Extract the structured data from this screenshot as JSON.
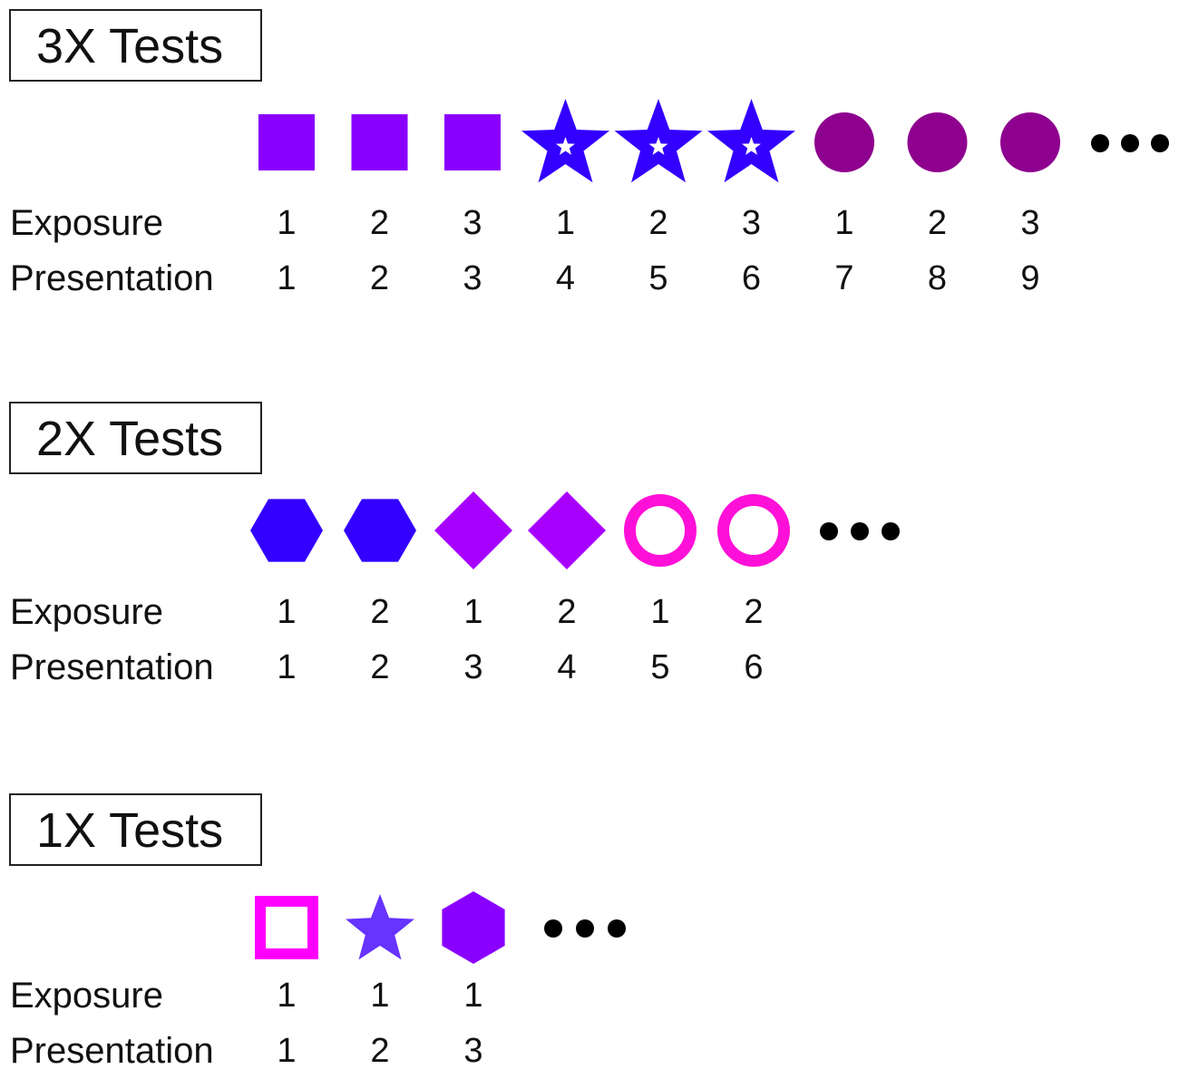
{
  "colors": {
    "violet": "#8a00ff",
    "blue": "#3300ff",
    "plum": "#8e008e",
    "purple": "#a800ff",
    "magenta": "#ff10d8",
    "magenta_square": "#ff00ff",
    "star_small": "#6633ff",
    "dots": "#000000",
    "inner_star": "#ffffff"
  },
  "row_labels": {
    "exposure": "Exposure",
    "presentation": "Presentation"
  },
  "sections": [
    {
      "title": "3X Tests",
      "items": [
        {
          "shape": "square",
          "icon": "filled-square-icon",
          "color": "violet",
          "exposure": "1",
          "presentation": "1"
        },
        {
          "shape": "square",
          "icon": "filled-square-icon",
          "color": "violet",
          "exposure": "2",
          "presentation": "2"
        },
        {
          "shape": "square",
          "icon": "filled-square-icon",
          "color": "violet",
          "exposure": "3",
          "presentation": "3"
        },
        {
          "shape": "star-with-inner-star",
          "icon": "star-with-inner-star-icon",
          "color": "blue",
          "exposure": "1",
          "presentation": "4"
        },
        {
          "shape": "star-with-inner-star",
          "icon": "star-with-inner-star-icon",
          "color": "blue",
          "exposure": "2",
          "presentation": "5"
        },
        {
          "shape": "star-with-inner-star",
          "icon": "star-with-inner-star-icon",
          "color": "blue",
          "exposure": "3",
          "presentation": "6"
        },
        {
          "shape": "circle",
          "icon": "filled-circle-icon",
          "color": "plum",
          "exposure": "1",
          "presentation": "7"
        },
        {
          "shape": "circle",
          "icon": "filled-circle-icon",
          "color": "plum",
          "exposure": "2",
          "presentation": "8"
        },
        {
          "shape": "circle",
          "icon": "filled-circle-icon",
          "color": "plum",
          "exposure": "3",
          "presentation": "9"
        }
      ],
      "has_ellipsis": true
    },
    {
      "title": "2X Tests",
      "items": [
        {
          "shape": "hexagon-flat",
          "icon": "hexagon-icon",
          "color": "blue",
          "exposure": "1",
          "presentation": "1"
        },
        {
          "shape": "hexagon-flat",
          "icon": "hexagon-icon",
          "color": "blue",
          "exposure": "2",
          "presentation": "2"
        },
        {
          "shape": "diamond",
          "icon": "diamond-icon",
          "color": "purple",
          "exposure": "1",
          "presentation": "3"
        },
        {
          "shape": "diamond",
          "icon": "diamond-icon",
          "color": "purple",
          "exposure": "2",
          "presentation": "4"
        },
        {
          "shape": "ring",
          "icon": "ring-icon",
          "color": "magenta",
          "exposure": "1",
          "presentation": "5"
        },
        {
          "shape": "ring",
          "icon": "ring-icon",
          "color": "magenta",
          "exposure": "2",
          "presentation": "6"
        }
      ],
      "has_ellipsis": true
    },
    {
      "title": "1X Tests",
      "items": [
        {
          "shape": "hollow-square",
          "icon": "hollow-square-icon",
          "color": "magenta_square",
          "exposure": "1",
          "presentation": "1"
        },
        {
          "shape": "star",
          "icon": "star-icon",
          "color": "star_small",
          "exposure": "1",
          "presentation": "2"
        },
        {
          "shape": "hexagon-pointy",
          "icon": "hexagon-icon",
          "color": "violet",
          "exposure": "1",
          "presentation": "3"
        }
      ],
      "has_ellipsis": true
    }
  ]
}
